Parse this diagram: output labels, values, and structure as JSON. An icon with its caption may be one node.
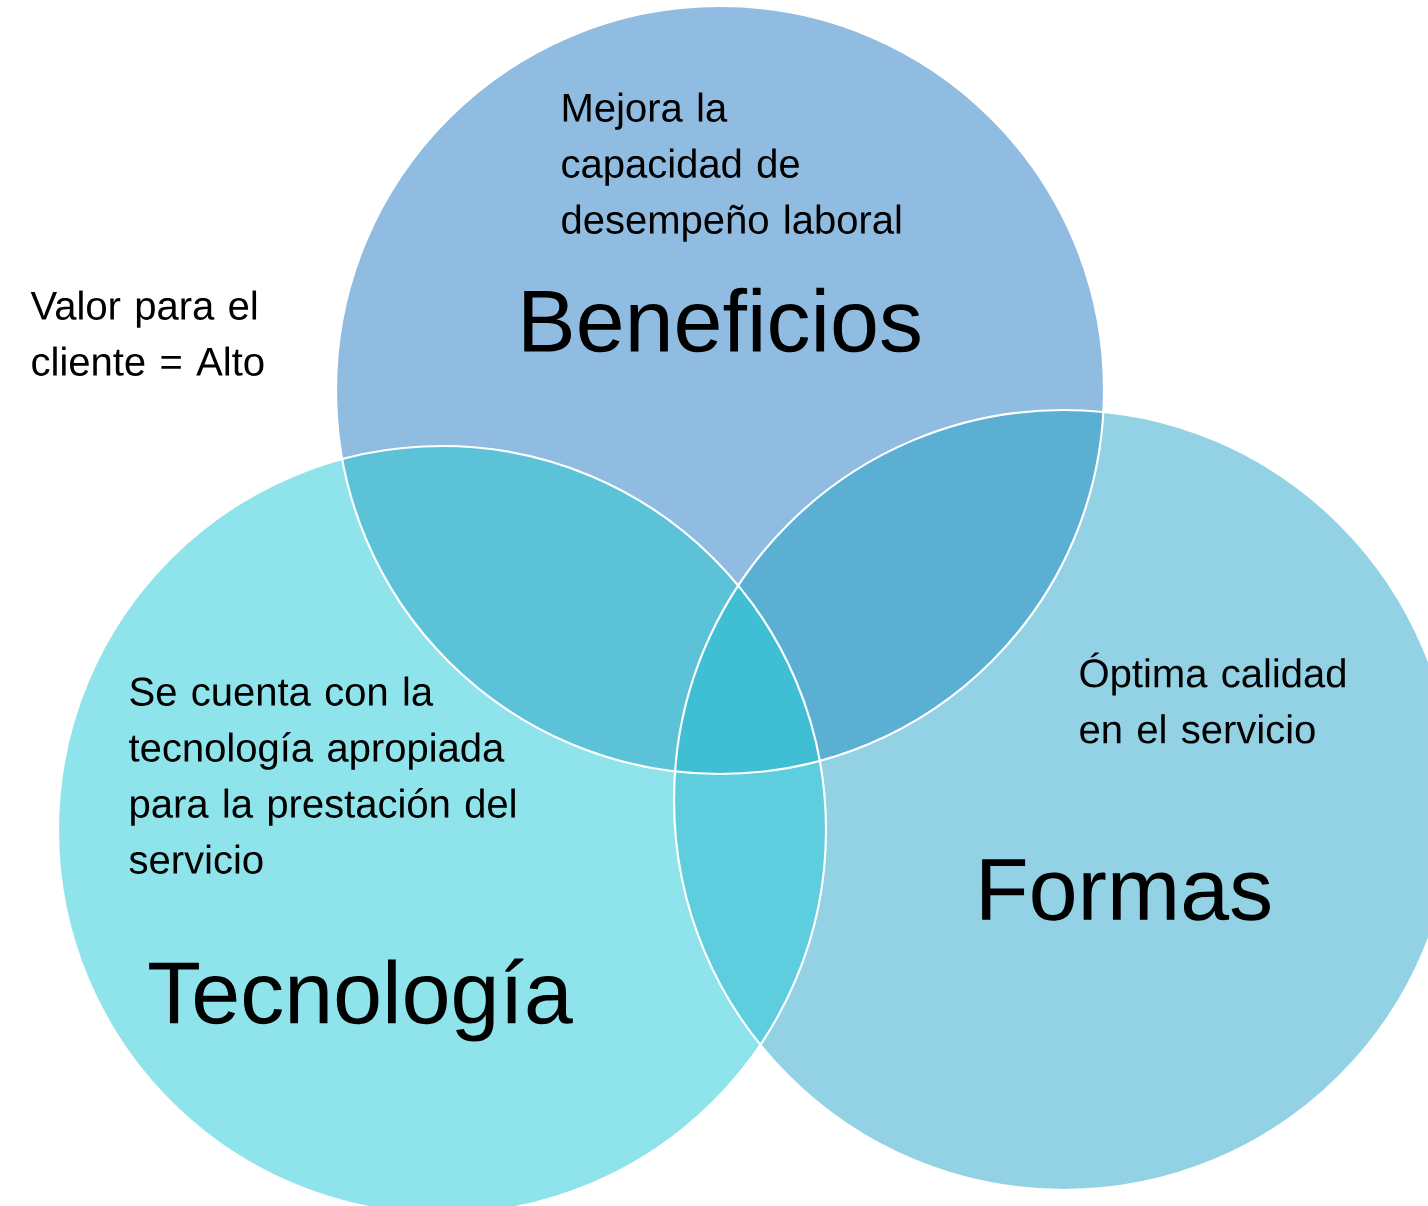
{
  "diagram": {
    "nodes": [
      {
        "text": [
          "Mejora la capacidad de desempeño laboral",
          "Beneficios"
        ]
      },
      {
        "text": [
          "Se cuenta con la tecnología apropiada para la prestación del servicio",
          "Tecnología"
        ]
      },
      {
        "text": [
          "Óptima calidad en el servicio",
          "Formas"
        ]
      }
    ],
    "labels": [
      "Valor para el cliente =  Alto"
    ]
  }
}
